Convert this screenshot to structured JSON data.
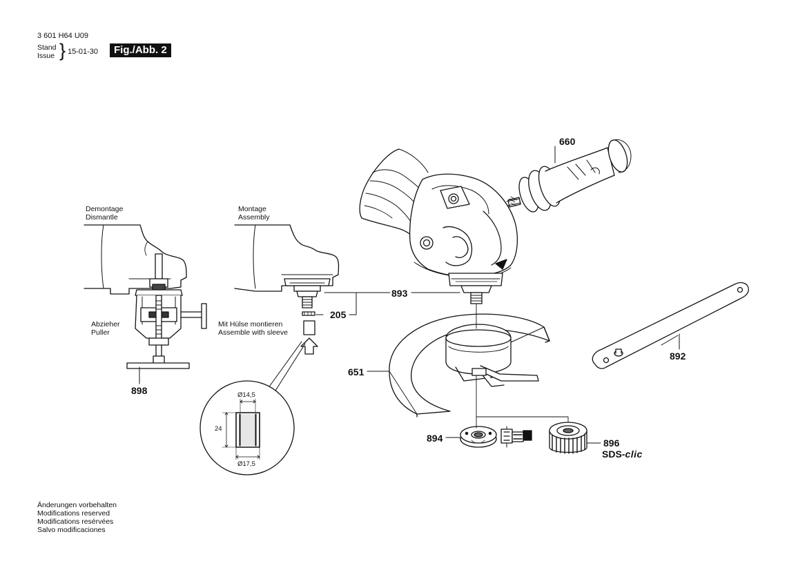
{
  "header": {
    "part_number": "3 601 H64 U09",
    "stand_label": "Stand",
    "issue_label": "Issue",
    "date": "15-01-30",
    "figure_label": "Fig./Abb. 2"
  },
  "labels": {
    "dismantle_de": "Demontage",
    "dismantle_en": "Dismantle",
    "assembly_de": "Montage",
    "assembly_en": "Assembly",
    "puller_de": "Abzieher",
    "puller_en": "Puller",
    "sleeve_de": "Mit Hülse montieren",
    "sleeve_en": "Assemble with sleeve"
  },
  "dimensions": {
    "inner_diameter": "Ø14,5",
    "outer_diameter": "Ø17,5",
    "length": "24"
  },
  "parts": {
    "p660": "660",
    "p893": "893",
    "p205": "205",
    "p651": "651",
    "p892": "892",
    "p894": "894",
    "p896": "896",
    "p898": "898",
    "sds_prefix": "SDS-",
    "sds_suffix": "clic"
  },
  "footer": {
    "line1": "Änderungen vorbehalten",
    "line2": "Modifications reserved",
    "line3": "Modifications resérvées",
    "line4": "Salvo modificaciones"
  }
}
